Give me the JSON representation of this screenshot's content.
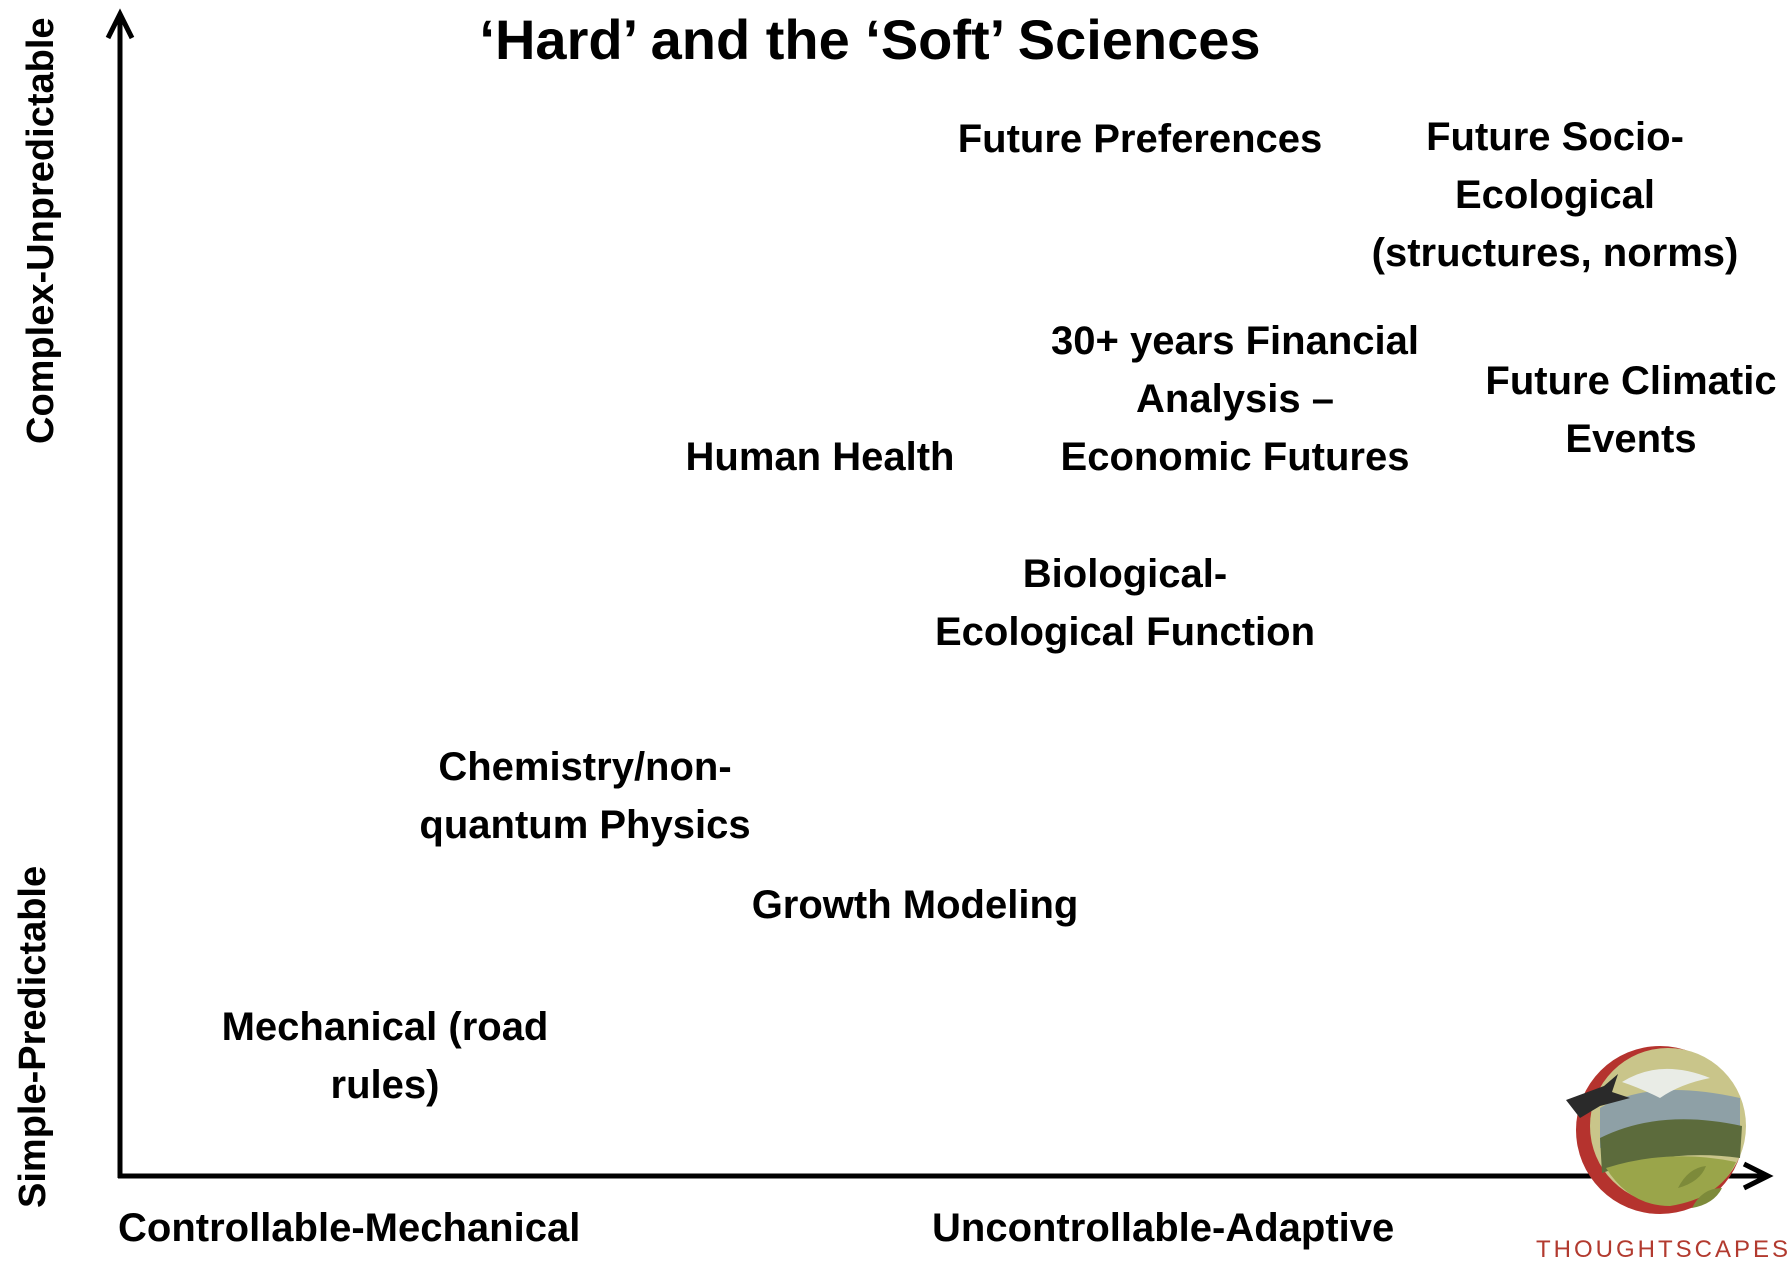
{
  "title": {
    "line1": "‘Hard’ and the ‘Soft’ Sciences"
  },
  "y_axis": {
    "top_label": "Complex-Unpredictable",
    "bottom_label": "Simple-Predictable"
  },
  "x_axis": {
    "left_label": "Controllable-Mechanical",
    "right_label": "Uncontrollable-Adaptive"
  },
  "items": {
    "future_preferences": [
      "Future Preferences"
    ],
    "future_socio_ecological": [
      "Future Socio-",
      "Ecological",
      "(structures, norms)"
    ],
    "financial_analysis": [
      "30+ years Financial",
      "Analysis –",
      "Economic Futures"
    ],
    "future_climatic": [
      "Future Climatic",
      "Events"
    ],
    "human_health": [
      "Human Health"
    ],
    "biological": [
      "Biological-",
      "Ecological Function"
    ],
    "chemistry": [
      "Chemistry/non-",
      "quantum Physics"
    ],
    "growth_modeling": [
      "Growth Modeling"
    ],
    "mechanical": [
      "Mechanical (road",
      "rules)"
    ]
  },
  "logo": {
    "icon": "thoughtscapes-logo-icon",
    "brand_text": "THOUGHTSCAPES",
    "colors": {
      "ring": "#b5332e",
      "olive": "#9aa54a",
      "hill": "#5c6b3c",
      "bird": "#2a2a2a"
    }
  }
}
